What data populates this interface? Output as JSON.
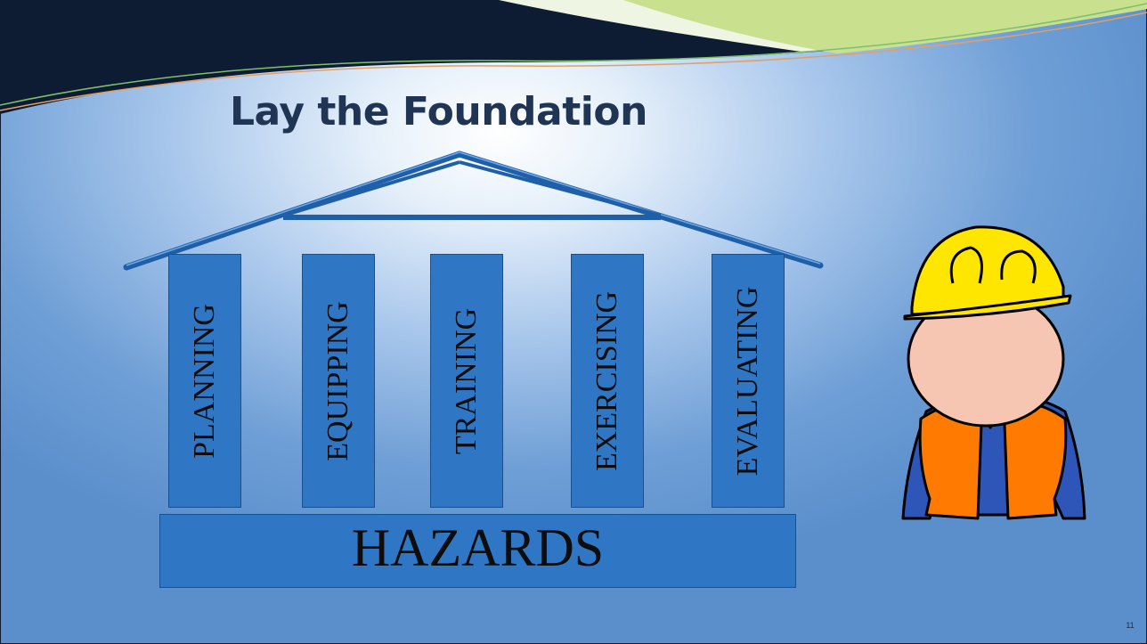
{
  "slide": {
    "title": "Lay the Foundation",
    "number": "11"
  },
  "pillars": [
    {
      "label": "PLANNING"
    },
    {
      "label": "EQUIPPING"
    },
    {
      "label": "TRAINING"
    },
    {
      "label": "EXERCISING"
    },
    {
      "label": "EVALUATING"
    }
  ],
  "foundation": {
    "label": "HAZARDS"
  },
  "colors": {
    "title": "#1f3553",
    "pillar_fill": "#2f76c4",
    "pillar_border": "#1c4f8c",
    "roof_line": "#1f5fa8",
    "header_band": "#0d1b33",
    "header_accent": "#c9e08f",
    "hard_hat": "#ffe600",
    "safety_vest": "#ff7a00",
    "shirt": "#2e55b8",
    "skin": "#f7c6b3"
  },
  "icons": [
    "construction-worker-icon"
  ]
}
